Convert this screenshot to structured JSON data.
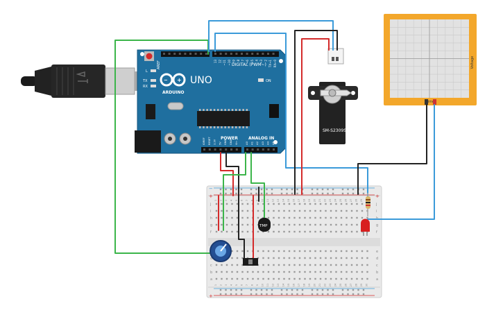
{
  "board": {
    "uno_label": "UNO",
    "brand_label": "ARDUINO",
    "digital_label": "DIGITAL (PWM~)",
    "power_label": "POWER",
    "analog_label": "ANALOG IN",
    "on_label": "ON",
    "l_label": "L",
    "tx_label": "TX",
    "rx_label": "RX",
    "aref_label": "AREF",
    "gnd_label": "GND",
    "pin_labels_top": [
      "13",
      "12",
      "~11",
      "~10",
      "~9",
      "8",
      "7",
      "~6",
      "~5",
      "4",
      "~3",
      "2",
      "TX→1",
      "RX←0"
    ],
    "pin_labels_power": [
      "IOREF",
      "RESET",
      "3.3V",
      "5V",
      "GND",
      "GND",
      "Vin"
    ],
    "pin_labels_analog": [
      "A0",
      "A1",
      "A2",
      "A3",
      "A4",
      "A5"
    ]
  },
  "servo": {
    "model_label": "SM-S2309S"
  },
  "oscilloscope": {
    "y_label": "Voltage",
    "x_label": "Time"
  },
  "sensor": {
    "label": "TMP"
  },
  "breadboard": {
    "row_letters_top": [
      "j",
      "i",
      "h",
      "g",
      "f"
    ],
    "row_letters_bottom": [
      "e",
      "d",
      "c",
      "b",
      "a"
    ],
    "plus_sign": "+",
    "minus_sign": "−",
    "column_numbers": [
      "1",
      "2",
      "3",
      "4",
      "5",
      "6",
      "7",
      "8",
      "9",
      "10",
      "11",
      "12",
      "13",
      "14",
      "15",
      "16",
      "17",
      "18",
      "19",
      "20",
      "21",
      "22",
      "23",
      "24",
      "25",
      "26",
      "27",
      "28",
      "29",
      "30"
    ]
  },
  "colors": {
    "board": "#1f6f9f",
    "board_dark": "#14567f",
    "wire_red": "#d42a2a",
    "wire_black": "#222222",
    "wire_green": "#3bb54a",
    "wire_blue": "#3a9ad9",
    "scope_frame": "#f3a72b",
    "breadboard": "#e8e8e8",
    "led": "#d81f1f"
  }
}
